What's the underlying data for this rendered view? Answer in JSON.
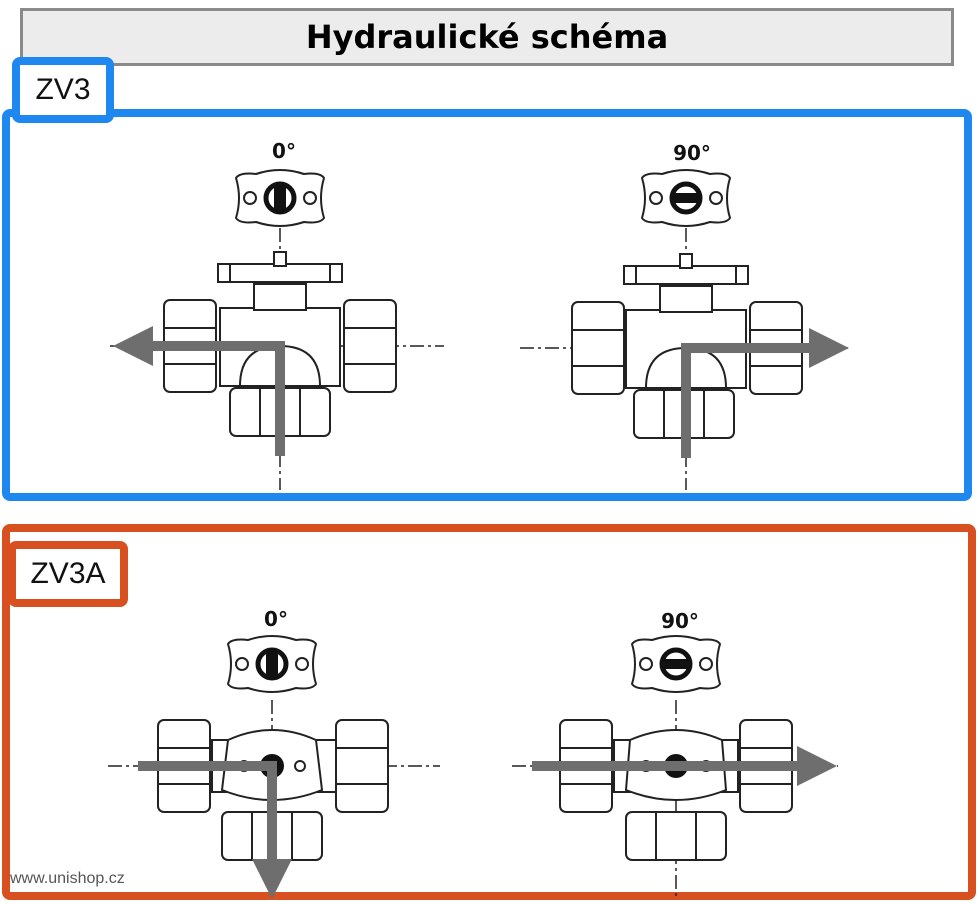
{
  "title": "Hydraulické schéma",
  "sections": [
    {
      "label": "ZV3",
      "states": [
        {
          "angle": "0°"
        },
        {
          "angle": "90°"
        }
      ]
    },
    {
      "label": "ZV3A",
      "states": [
        {
          "angle": "0°"
        },
        {
          "angle": "90°"
        }
      ]
    }
  ],
  "watermark": "www.unishop.cz",
  "colors": {
    "zv3_frame": "#1e88f0",
    "zv3a_frame": "#d8501f",
    "flow_arrow": "#6e6e6e",
    "title_bg": "#ececec"
  }
}
